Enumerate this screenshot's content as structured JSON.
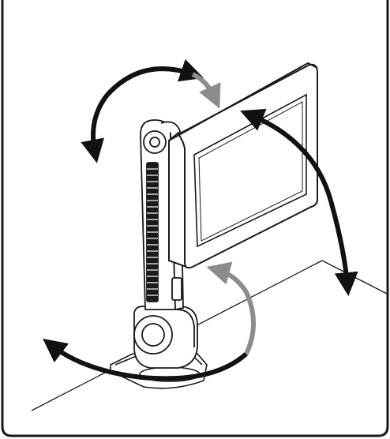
{
  "figure": {
    "subject": "monitor-on-swivel-stand",
    "colors": {
      "line": "#1a1a1a",
      "fill": "#ffffff",
      "gray_arrow": "#8c8c8c",
      "black_arrow": "#111111",
      "background": "#ffffff"
    },
    "arrows": [
      {
        "name": "swivel-arrow-upper",
        "color": "black"
      },
      {
        "name": "tilt-arrow-upper",
        "color": "gray"
      },
      {
        "name": "height-arrow",
        "color": "black"
      },
      {
        "name": "rotate-arrow-base",
        "color": "black"
      },
      {
        "name": "rotate-arrow-base-return",
        "color": "gray"
      }
    ]
  }
}
